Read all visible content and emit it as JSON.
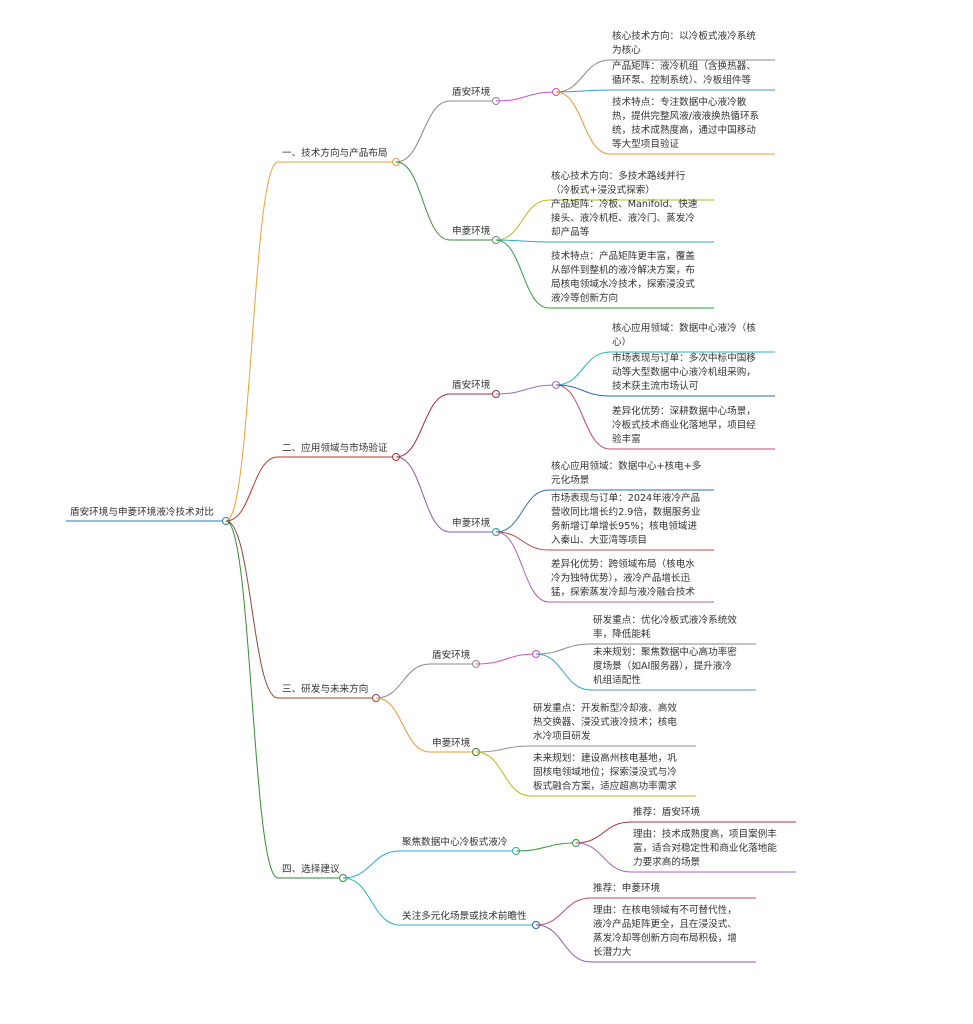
{
  "root": "盾安环境与申菱环境液冷技术对比",
  "branches": [
    {
      "label": "一、技术方向与产品布局",
      "children": [
        {
          "label": "盾安环境",
          "leaves": [
            [
              "核心技术方向：以冷板式液冷系统",
              "为核心"
            ],
            [
              "产品矩阵：液冷机组（含换热器、",
              "循环泵、控制系统）、冷板组件等"
            ],
            [
              "技术特点：专注数据中心液冷散",
              "热，提供完整风液/液液换热循环系",
              "统，技术成熟度高，通过中国移动",
              "等大型项目验证"
            ]
          ]
        },
        {
          "label": "申菱环境",
          "leaves": [
            [
              "核心技术方向：多技术路线并行",
              "（冷板式+浸没式探索）"
            ],
            [
              "产品矩阵：冷板、Manifold、快速",
              "接头、液冷机柜、液冷门、蒸发冷",
              "却产品等"
            ],
            [
              "技术特点：产品矩阵更丰富，覆盖",
              "从部件到整机的液冷解决方案，布",
              "局核电领域水冷技术，探索浸没式",
              "液冷等创新方向"
            ]
          ]
        }
      ]
    },
    {
      "label": "二、应用领域与市场验证",
      "children": [
        {
          "label": "盾安环境",
          "leaves": [
            [
              "核心应用领域：数据中心液冷（核",
              "心）"
            ],
            [
              "市场表现与订单：多次中标中国移",
              "动等大型数据中心液冷机组采购，",
              "技术获主流市场认可"
            ],
            [
              "差异化优势：深耕数据中心场景，",
              "冷板式技术商业化落地早，项目经",
              "验丰富"
            ]
          ]
        },
        {
          "label": "申菱环境",
          "leaves": [
            [
              "核心应用领域：数据中心+核电+多",
              "元化场景"
            ],
            [
              "市场表现与订单：2024年液冷产品",
              "营收同比增长约2.9倍，数据服务业",
              "务新增订单增长95%；核电领域进",
              "入秦山、大亚湾等项目"
            ],
            [
              "差异化优势：跨领域布局（核电水",
              "冷为独特优势），液冷产品增长迅",
              "猛，探索蒸发冷却与液冷融合技术"
            ]
          ]
        }
      ]
    },
    {
      "label": "三、研发与未来方向",
      "children": [
        {
          "label": "盾安环境",
          "leaves": [
            [
              "研发重点：优化冷板式液冷系统效",
              "率，降低能耗"
            ],
            [
              "未来规划：聚焦数据中心高功率密",
              "度场景（如AI服务器），提升液冷",
              "机组适配性"
            ]
          ]
        },
        {
          "label": "申菱环境",
          "leaves": [
            [
              "研发重点：开发新型冷却液、高效",
              "热交换器、浸没式液冷技术；核电",
              "水冷项目研发"
            ],
            [
              "未来规划：建设高州核电基地，巩",
              "固核电领域地位；探索浸没式与冷",
              "板式融合方案，适应超高功率需求"
            ]
          ]
        }
      ]
    },
    {
      "label": "四、选择建议",
      "children": [
        {
          "label": "聚焦数据中心冷板式液冷",
          "leaves": [
            [
              "推荐：盾安环境"
            ],
            [
              "理由：技术成熟度高，项目案例丰",
              "富，适合对稳定性和商业化落地能",
              "力要求高的场景"
            ]
          ]
        },
        {
          "label": "关注多元化场景或技术前瞻性",
          "leaves": [
            [
              "推荐：申菱环境"
            ],
            [
              "理由：在核电领域有不可替代性，",
              "液冷产品矩阵更全，且在浸没式、",
              "蒸发冷却等创新方向布局积极，增",
              "长潜力大"
            ]
          ]
        }
      ]
    }
  ],
  "colors": {
    "root_line": "#2f78b8",
    "branch": [
      "#e8a23a",
      "#b23a2e",
      "#8a4a3a",
      "#3a8a3a"
    ],
    "leaf_palette": [
      "#888888",
      "#d04ec0",
      "#888888",
      "#3b98c8",
      "#e89a3a",
      "#3a8a3a",
      "#8e8e8e",
      "#b8b820",
      "#2fa8c8",
      "#2e9a3e",
      "#a33040",
      "#a06ac0",
      "#2fb0c0",
      "#2e6ea8",
      "#c04a6a",
      "#8a5aa0",
      "#2fa8a8",
      "#2e6ea8",
      "#b04848",
      "#b060b0"
    ]
  }
}
